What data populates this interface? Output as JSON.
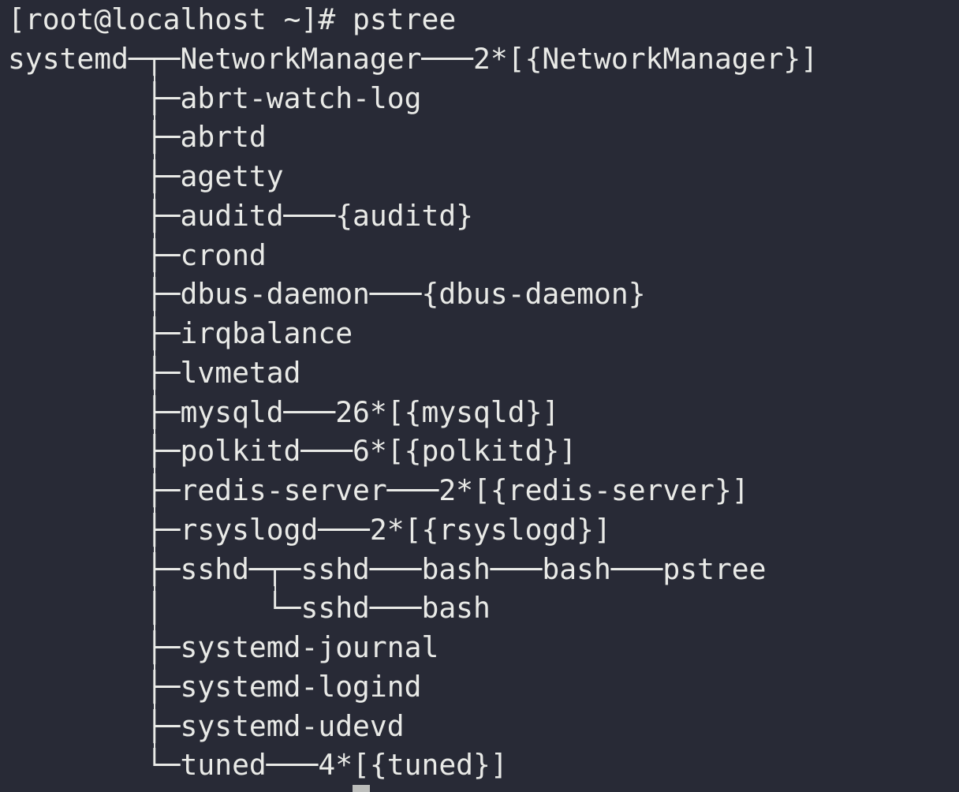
{
  "terminal": {
    "colors": {
      "background": "#282a36",
      "foreground": "#e9eae7",
      "cursor": "#bcbdbb"
    },
    "prompt": "[root@localhost ~]# ",
    "command": "pstree",
    "lines": [
      "[root@localhost ~]# pstree",
      "systemd─┬─NetworkManager───2*[{NetworkManager}]",
      "        ├─abrt-watch-log",
      "        ├─abrtd",
      "        ├─agetty",
      "        ├─auditd───{auditd}",
      "        ├─crond",
      "        ├─dbus-daemon───{dbus-daemon}",
      "        ├─irqbalance",
      "        ├─lvmetad",
      "        ├─mysqld───26*[{mysqld}]",
      "        ├─polkitd───6*[{polkitd}]",
      "        ├─redis-server───2*[{redis-server}]",
      "        ├─rsyslogd───2*[{rsyslogd}]",
      "        ├─sshd─┬─sshd───bash───bash───pstree",
      "        │      └─sshd───bash",
      "        ├─systemd-journal",
      "        ├─systemd-logind",
      "        ├─systemd-udevd",
      "        └─tuned───4*[{tuned}]",
      ""
    ],
    "cursor_visible": true
  }
}
